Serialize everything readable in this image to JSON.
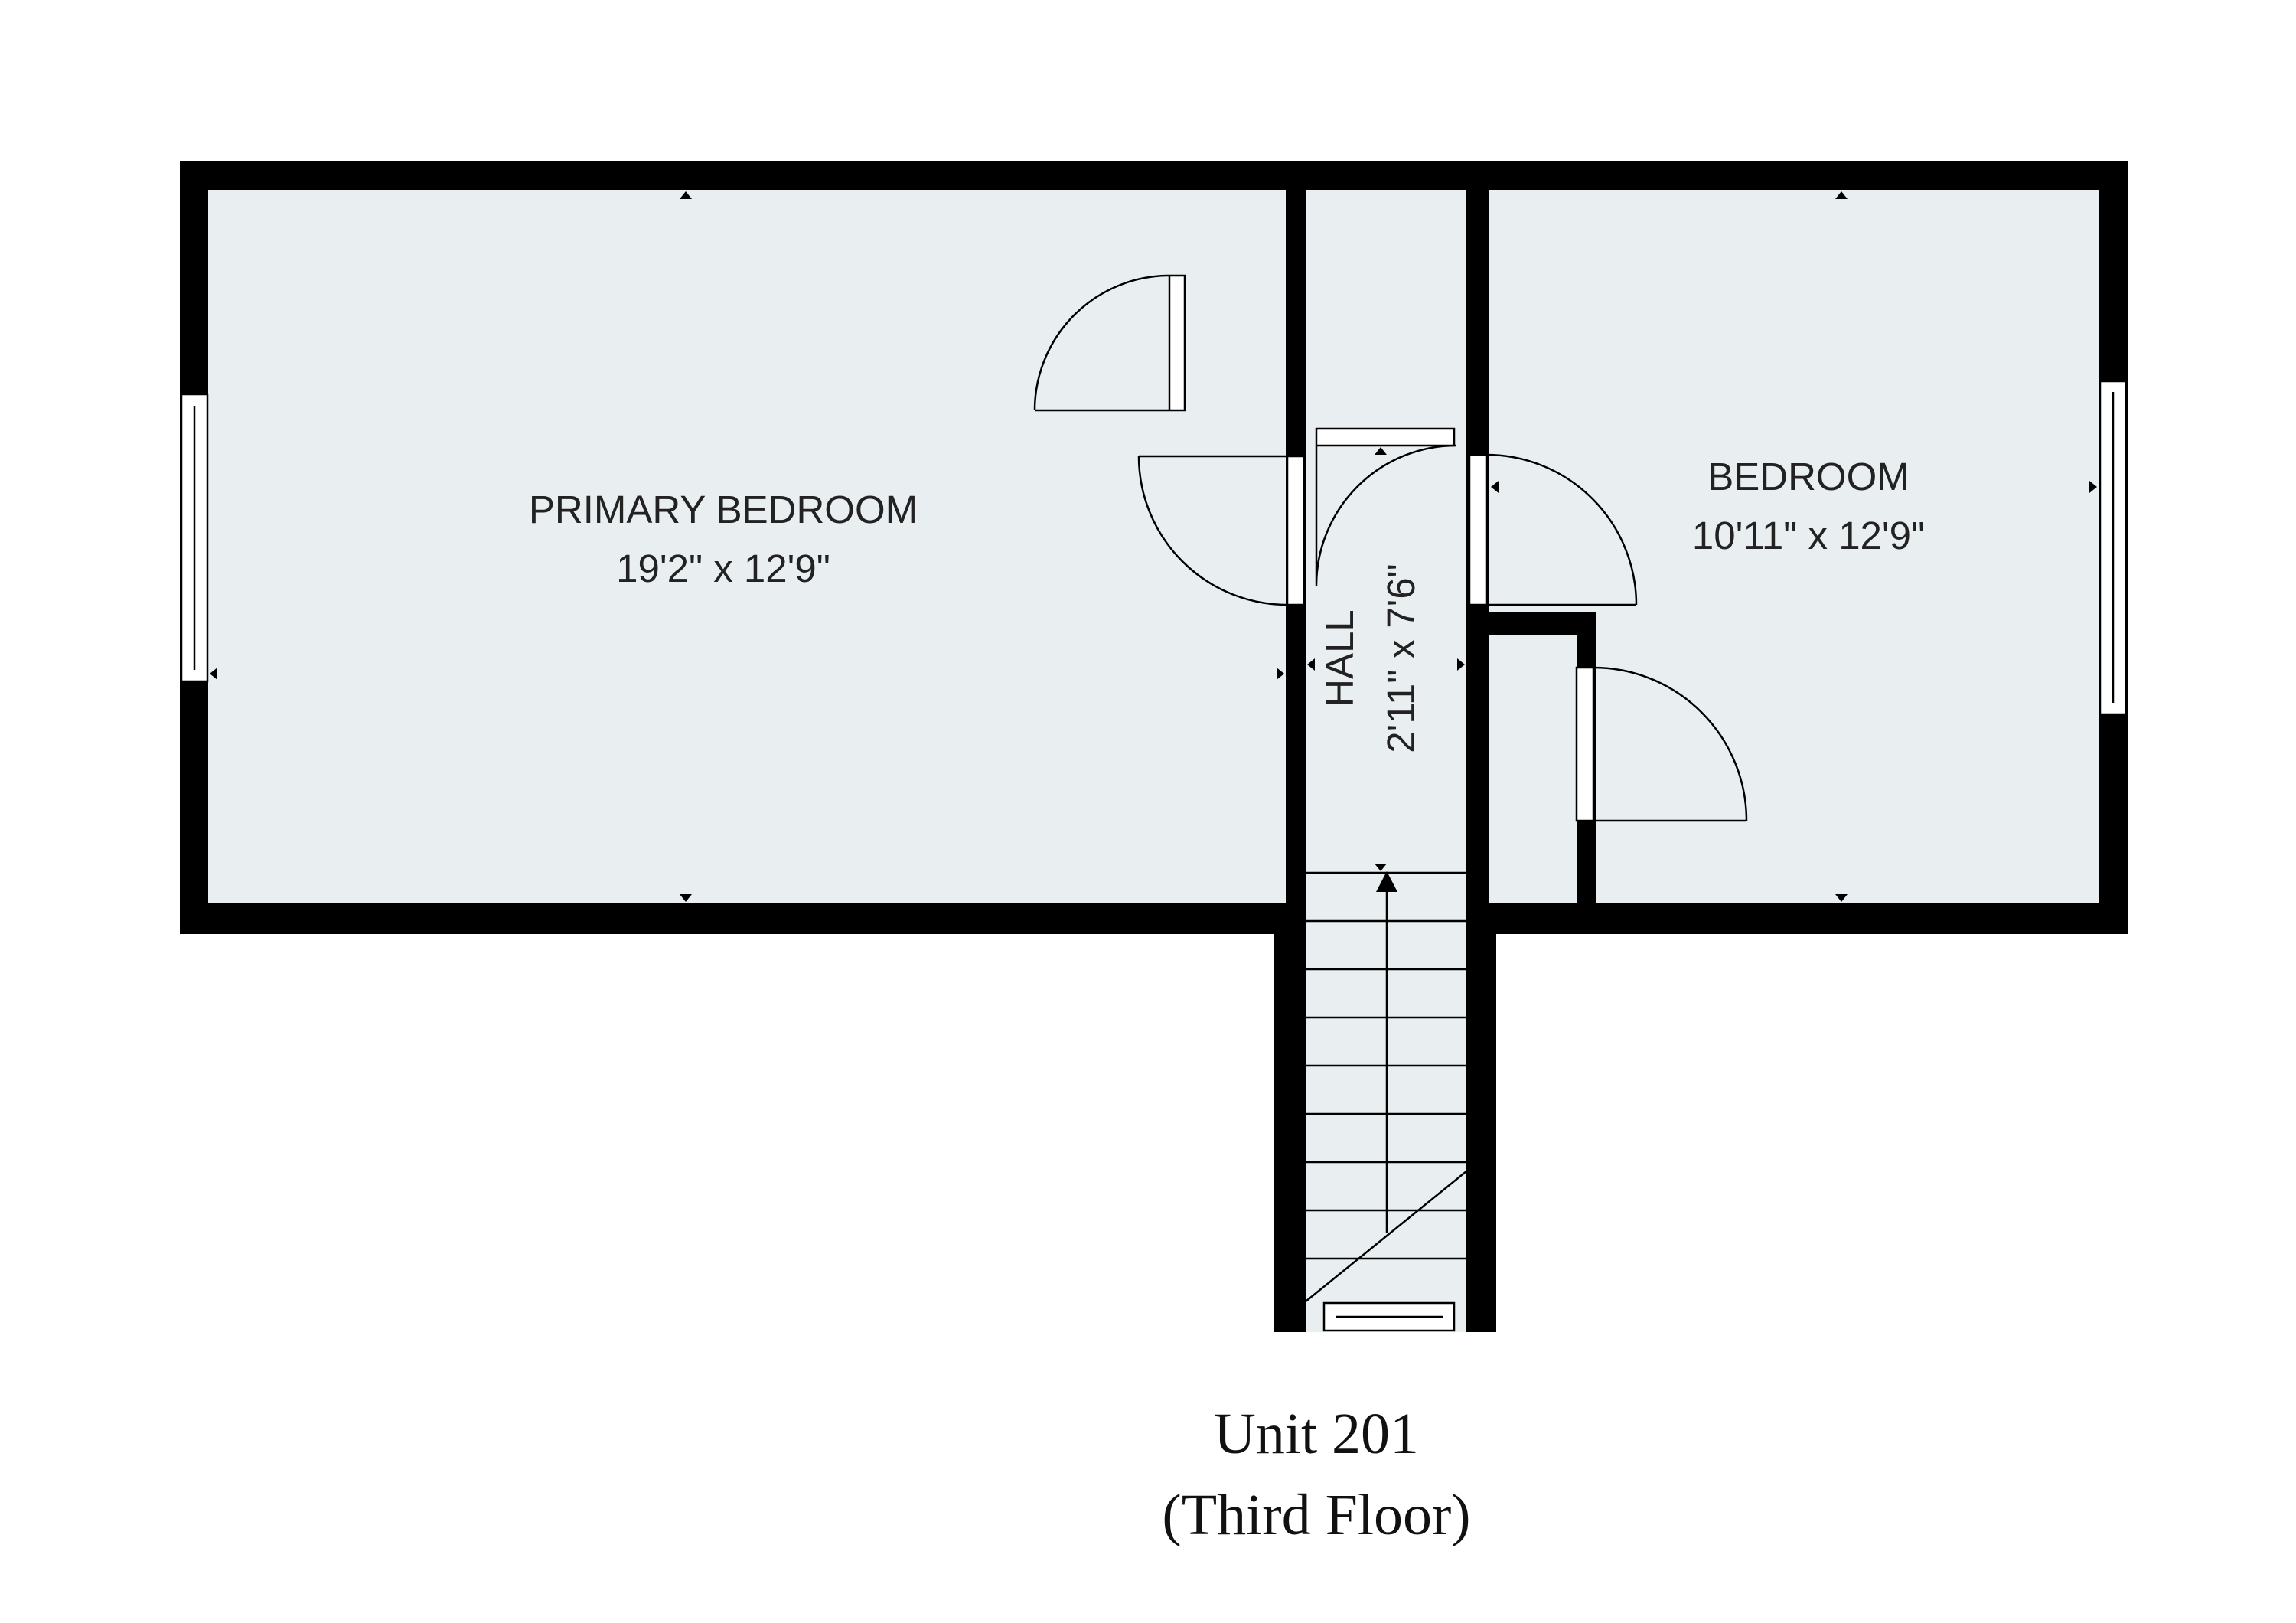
{
  "rooms": {
    "primary": {
      "name": "PRIMARY BEDROOM",
      "size": "19'2\" x 12'9\""
    },
    "bedroom": {
      "name": "BEDROOM",
      "size": "10'11\" x 12'9\""
    },
    "hall": {
      "name": "HALL",
      "size": "2'11\" x 7'6\""
    }
  },
  "caption": {
    "line1": "Unit 201",
    "line2": "(Third Floor)"
  },
  "colors": {
    "wall": "#000000",
    "floor": "#e9eff1",
    "background": "#ffffff"
  }
}
